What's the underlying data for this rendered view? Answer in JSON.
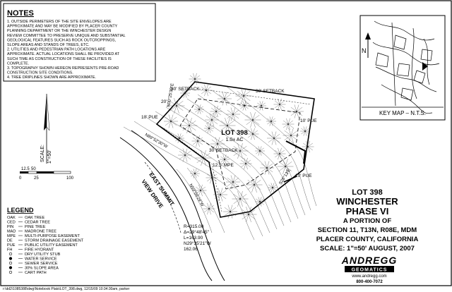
{
  "notes": {
    "title": "NOTES",
    "items": [
      "1. OUTSIDE PERIMETERS OF THE SITE ENVELOPES ARE",
      "    APPROXIMATE AND MAY BE MODIFIED BY PLACER COUNTY",
      "    PLANNING DEPARTMENT OR THE WINCHESTER DESIGN",
      "    REVIEW COMMITTEE TO PRESERVE UNIQUE AND SUBSTANTIAL",
      "    GEOLOGICAL FEATURES SUCH AS ROCK OUTCROPPINGS,",
      "    SLOPE AREAS AND STANDS OF TREES, ETC.",
      "2. UTILITIES AND PEDESTRIAN PATH LOCATIONS ARE",
      "    APPROXIMATE. ACTUAL LOCATIONS SHALL BE PROVIDED AT",
      "    SUCH TIME AS CONSTRUCTION OF THESE FACILITIES IS",
      "    COMPLETE.",
      "3. TOPOGRAPHY SHOWN HEREON REPRESENTS PRE-ROAD",
      "    CONSTRUCTION SITE CONDITIONS.",
      "4. TREE DRIPLINES SHOWN ARE APPROXIMATE."
    ]
  },
  "key_map": {
    "label": "KEY MAP – N.T.S.",
    "north": "N"
  },
  "scale_bar": {
    "label": "SCALE:",
    "ratio": "1\"=50'",
    "ticks": [
      "12.5",
      "50",
      "0",
      "25",
      "100"
    ]
  },
  "plan": {
    "lot_label": "LOT 398",
    "lot_area": "1.0± AC",
    "setbacks": [
      "30' SETBACK",
      "30' SETBACK",
      "30' SETBACK",
      "20'",
      "10' PUE",
      "10' PUE",
      "10' PUE",
      "12.5' MPE"
    ],
    "bearings": [
      "N00°25'39\"E",
      "S28°13'E",
      "N89°52'30\"W",
      "N59°09'29\"W"
    ],
    "road": [
      "EAST SUMMIT",
      "VIEW DRIVE"
    ],
    "curve": [
      "R=315.00",
      "Δ=29°48'45\"",
      "L=163.90",
      "N29°35'21\"W",
      "162.06"
    ]
  },
  "legend": {
    "title": "LEGEND",
    "items": [
      [
        "OAK",
        "OAK TREE"
      ],
      [
        "CED",
        "CEDAR TREE"
      ],
      [
        "PIN",
        "PINE TREE"
      ],
      [
        "MAD",
        "MADRONE TREE"
      ],
      [
        "MPE",
        "MULTI-PURPOSE EASEMENT"
      ],
      [
        "DE",
        "STORM DRAINAGE EASEMENT"
      ],
      [
        "PUE",
        "PUBLIC UTILITY EASEMENT"
      ],
      [
        "FH",
        "FIRE HYDRANT"
      ],
      [
        "",
        "DRY UTILITY STUB"
      ],
      [
        "",
        "WATER SERVICE"
      ],
      [
        "",
        "SEWER SERVICE"
      ],
      [
        "",
        "30% SLOPE AREA"
      ],
      [
        "",
        "CART PATH"
      ]
    ]
  },
  "title_block": {
    "lot": "LOT 398",
    "name1": "WINCHESTER",
    "name2": "PHASE VI",
    "portion": "A PORTION OF",
    "section": "SECTION 11, T13N, R08E, MDM",
    "county": "PLACER COUNTY, CALIFORNIA",
    "scale": "SCALE: 1\"=50'  AUGUST, 2007"
  },
  "company": {
    "name": "ANDREGG",
    "sub": "GEOMATICS",
    "web": "www.andregg.com",
    "phone": "800-400-7072"
  },
  "footer_path": "r:\\dd2\\1085388\\dwg\\Notebook Plats\\LOT_398.dwg, 12/15/09 10:34:30am, parker"
}
